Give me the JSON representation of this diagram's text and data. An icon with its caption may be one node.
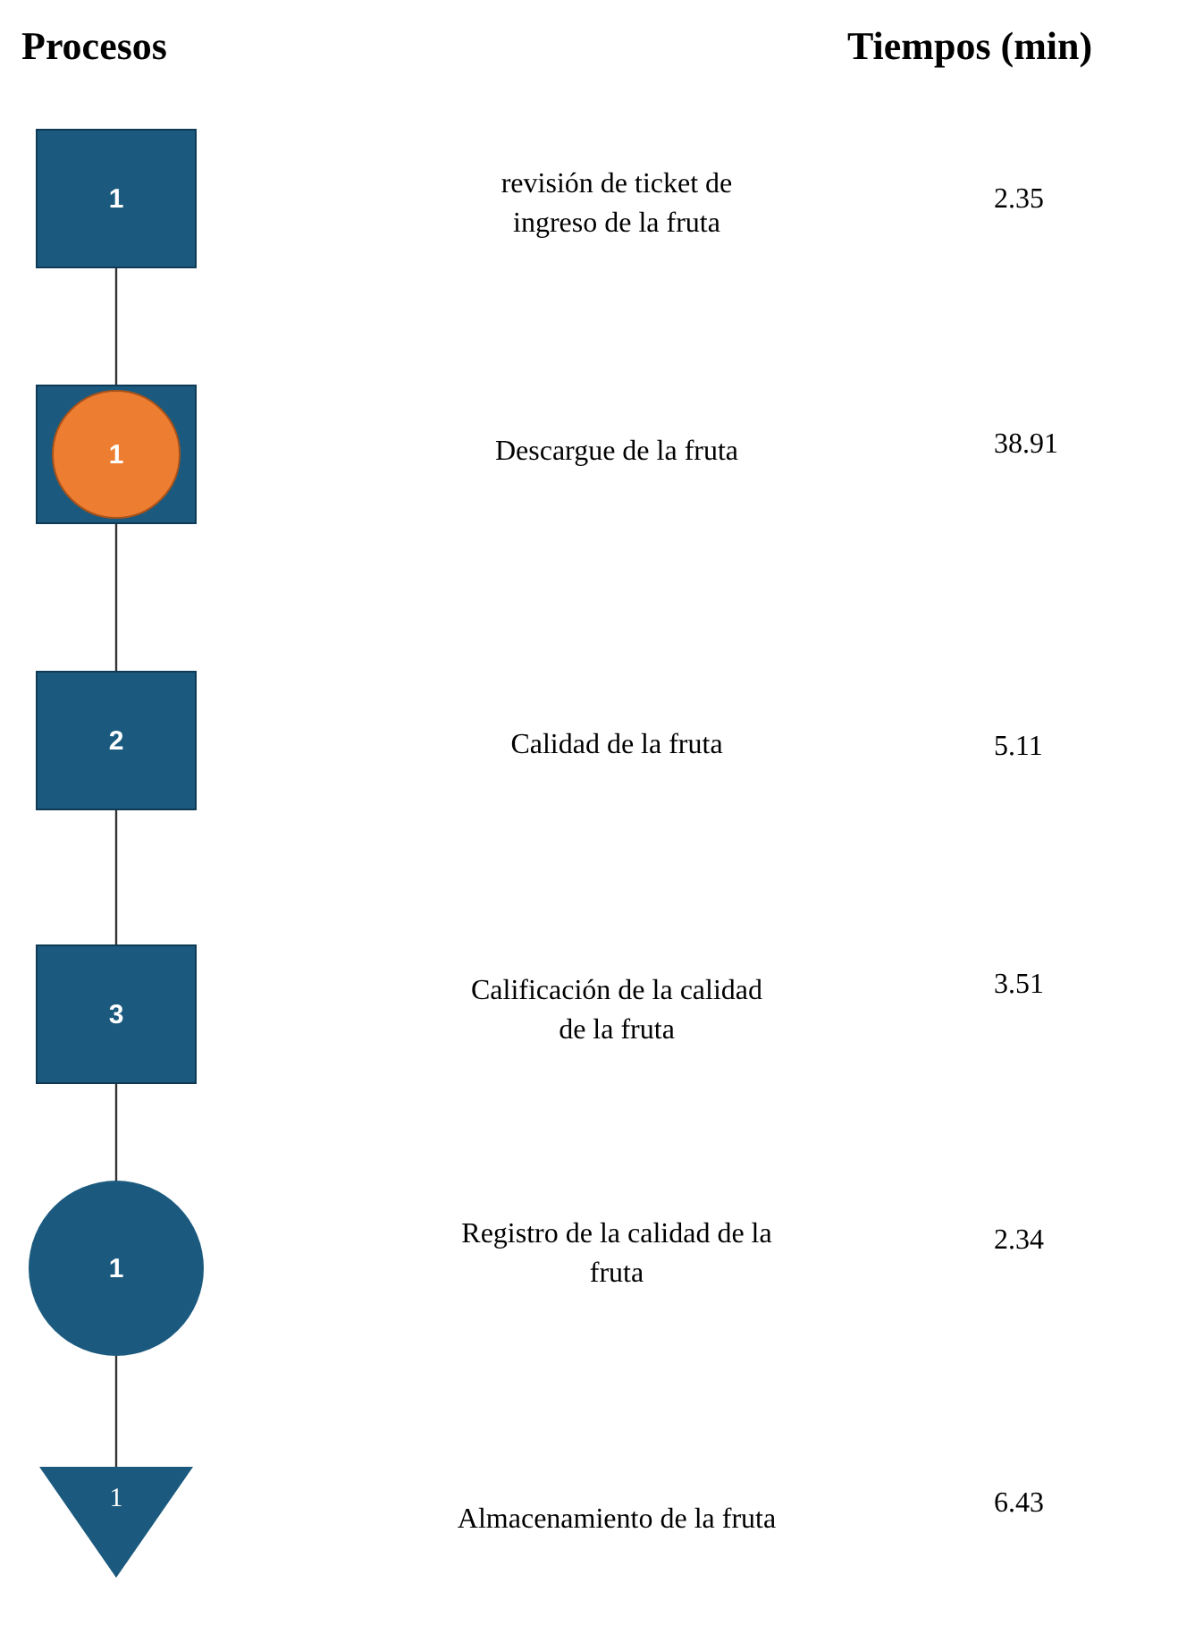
{
  "diagram": {
    "nodes": [
      {
        "text": [
          "1"
        ]
      },
      {
        "text": [
          "1"
        ]
      },
      {
        "text": [
          "2"
        ]
      },
      {
        "text": [
          "3"
        ]
      },
      {
        "text": [
          "1"
        ]
      },
      {
        "text": [
          "1"
        ]
      }
    ],
    "edges": [
      {
        "from": 0,
        "to": 1,
        "arrow": "none"
      },
      {
        "from": 1,
        "to": 2,
        "arrow": "none"
      },
      {
        "from": 2,
        "to": 3,
        "arrow": "none"
      },
      {
        "from": 3,
        "to": 4,
        "arrow": "none"
      },
      {
        "from": 4,
        "to": 5,
        "arrow": "none"
      }
    ],
    "labels": [
      "Procesos",
      "Tiempos (min)",
      "revisión de ticket de ingreso de la fruta",
      "2.35",
      "Descargue de la fruta",
      "38.91",
      "Calidad de la fruta",
      "5.11",
      "Calificación de la calidad de la fruta",
      "3.51",
      "Registro de la calidad de la fruta",
      "2.34",
      "Almacenamiento de la fruta",
      "6.43"
    ]
  }
}
